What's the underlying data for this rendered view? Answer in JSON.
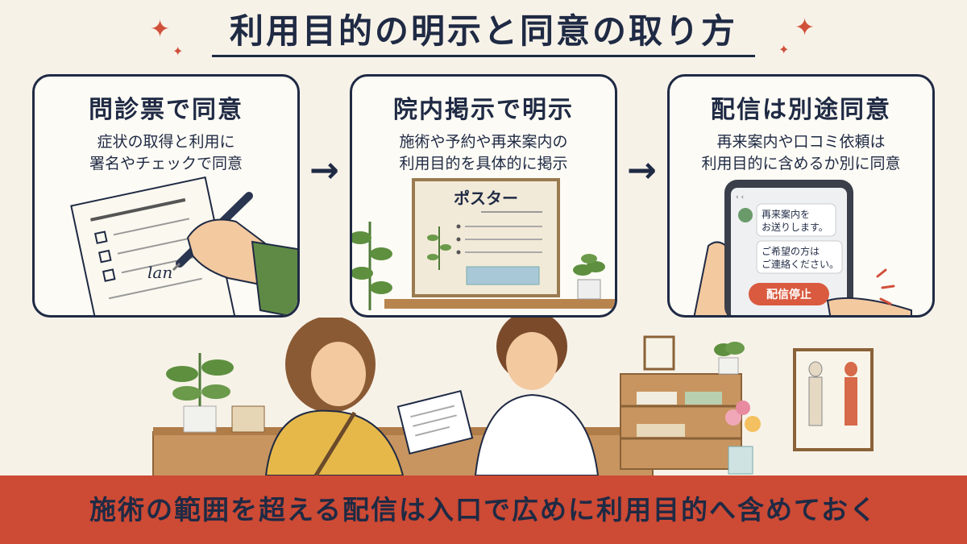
{
  "title": "利用目的の明示と同意の取り方",
  "panels": [
    {
      "heading": "問診票で同意",
      "line1": "症状の取得と利用に",
      "line2": "署名やチェックで同意",
      "signature": "lan"
    },
    {
      "heading": "院内掲示で明示",
      "line1": "施術や予約や再来案内の",
      "line2": "利用目的を具体的に掲示",
      "poster_title": "ポスター"
    },
    {
      "heading": "配信は別途同意",
      "line1": "再来案内や口コミ依頼は",
      "line2": "利用目的に含めるか別に同意",
      "phone": {
        "status": "‹ ‹",
        "msg1_line1": "再来案内を",
        "msg1_line2": "お送りします。",
        "msg2_line1": "ご希望の方は",
        "msg2_line2": "ご連絡ください。",
        "button": "配信停止"
      }
    }
  ],
  "arrow": "→",
  "banner": "施術の範囲を超える配信は入口で広めに利用目的へ含めておく",
  "colors": {
    "navy": "#1f2a44",
    "accent_red": "#cd4a34",
    "background": "#f7f2e8"
  },
  "icons": [
    "sparkle-icon",
    "pen-icon",
    "checkbox-icon",
    "plant-icon",
    "smartphone-icon",
    "user-icon",
    "arrow-right-icon"
  ]
}
